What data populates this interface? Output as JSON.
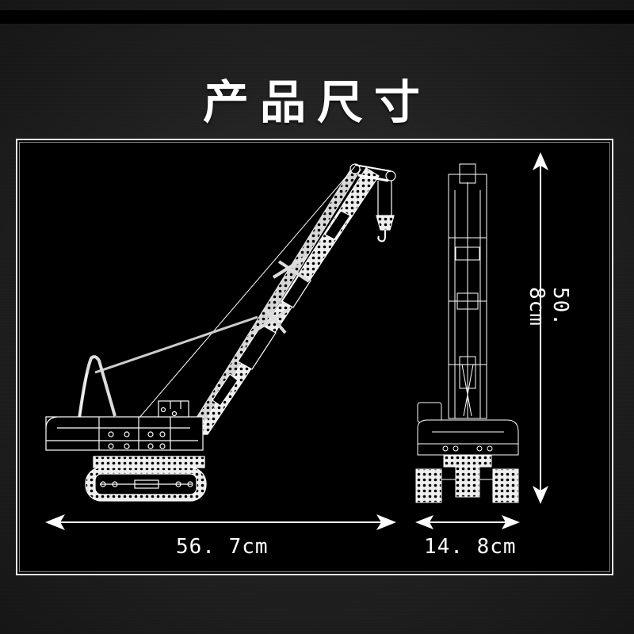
{
  "title": "产品尺寸",
  "dimensions": {
    "width_front": "56. 7cm",
    "width_side": "14. 8cm",
    "height": "50. 8cm"
  },
  "views": {
    "front": "crawler-crane-front-elevation",
    "side": "crawler-crane-side-elevation"
  },
  "colors": {
    "background": "#1c1c1c",
    "panel": "#000000",
    "line": "#ffffff"
  }
}
